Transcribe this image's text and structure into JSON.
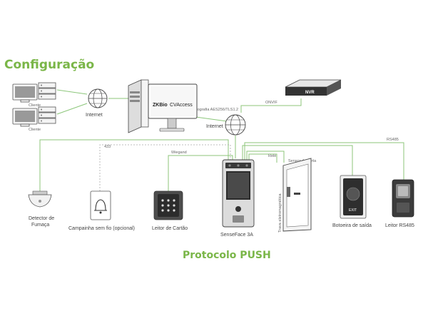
{
  "title_top": "Configuração",
  "title_bottom": "Protocolo PUSH",
  "clients": [
    "Cliente",
    "Cliente"
  ],
  "internet_left": "Internet",
  "internet_right": "Internet",
  "software": {
    "brand": "ZKBio",
    "name": "CVAccess"
  },
  "nvr": "NVR",
  "links": {
    "encryption": "Criptografia AES256/TLS1.2",
    "onvif": "ONVIF",
    "rs485": "RS485",
    "rf433": "433",
    "wiegand": "Wiegand",
    "relay": "Relé",
    "door_sensor": "Sensor de porta",
    "door_lock": "Trava eletromagnética"
  },
  "devices": {
    "smoke": [
      "Detector de",
      "Fumaça"
    ],
    "doorbell": "Campainha sem fio (opcional)",
    "card_reader": "Leitor de Cartão",
    "terminal": "SenseFace 3A",
    "exit_button": "Botoeira de saída",
    "exit_text": "EXIT",
    "rs485_reader": "Leitor RS485"
  },
  "colors": {
    "accent": "#7ab648",
    "wire": "#8cc67a"
  }
}
